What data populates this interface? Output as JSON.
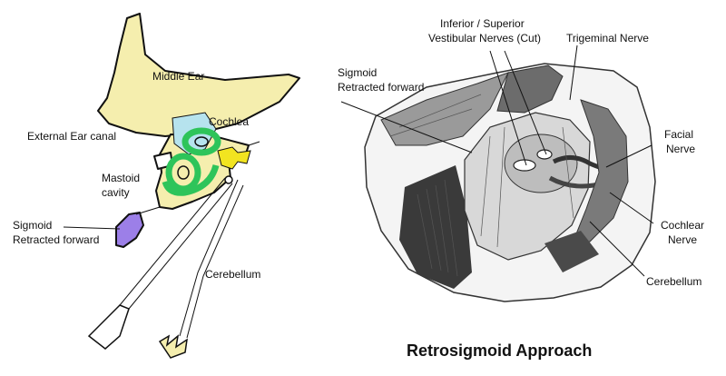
{
  "left_diagram": {
    "labels": {
      "middle_ear": "Middle Ear",
      "cochlea": "Cochlea",
      "external_ear_canal": "External  Ear canal",
      "mastoid_line1": "Mastoid",
      "mastoid_line2": "cavity",
      "sigmoid_line1": "Sigmoid",
      "sigmoid_line2": "Retracted forward",
      "cerebellum": "Cerebellum"
    },
    "colors": {
      "bone": "#f5eeae",
      "middle_ear": "#b6e3ee",
      "cochlea": "#2ec45a",
      "nerve": "#f2e420",
      "sigmoid": "#9c7fe8",
      "outline": "#111111"
    }
  },
  "right_diagram": {
    "labels": {
      "vestibular_line1": "Inferior / Superior",
      "vestibular_line2": "Vestibular Nerves (Cut)",
      "trigeminal": "Trigeminal Nerve",
      "sigmoid_line1": "Sigmoid",
      "sigmoid_line2": "Retracted forward",
      "facial_line1": "Facial",
      "facial_line2": "Nerve",
      "cochlear_line1": "Cochlear",
      "cochlear_line2": "Nerve",
      "cerebellum": "Cerebellum"
    },
    "title": "Retrosigmoid Approach"
  }
}
